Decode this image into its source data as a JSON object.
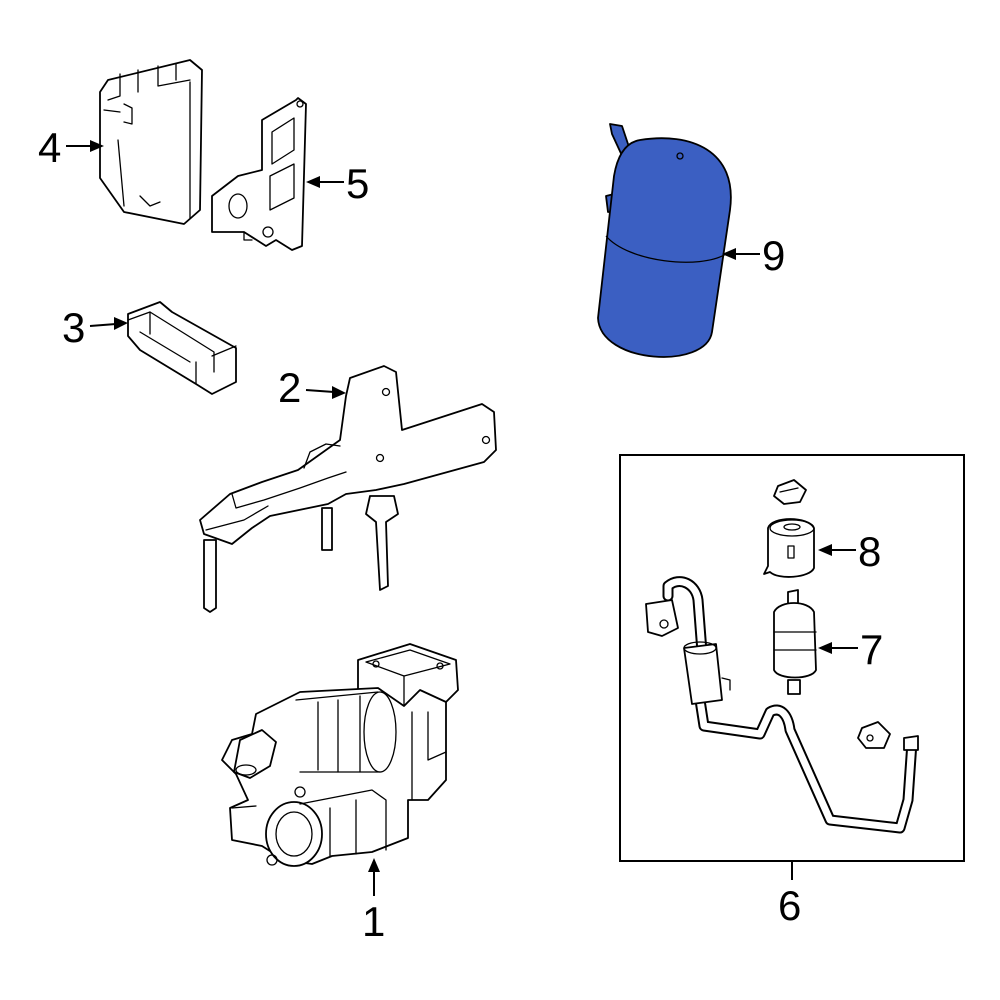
{
  "colors": {
    "line": "#000000",
    "background": "#ffffff",
    "highlight": "#3b5fc2"
  },
  "callouts": [
    {
      "id": "1",
      "label": "1"
    },
    {
      "id": "2",
      "label": "2"
    },
    {
      "id": "3",
      "label": "3"
    },
    {
      "id": "4",
      "label": "4"
    },
    {
      "id": "5",
      "label": "5"
    },
    {
      "id": "6",
      "label": "6"
    },
    {
      "id": "7",
      "label": "7"
    },
    {
      "id": "8",
      "label": "8"
    },
    {
      "id": "9",
      "label": "9"
    }
  ],
  "highlighted_part": "9"
}
